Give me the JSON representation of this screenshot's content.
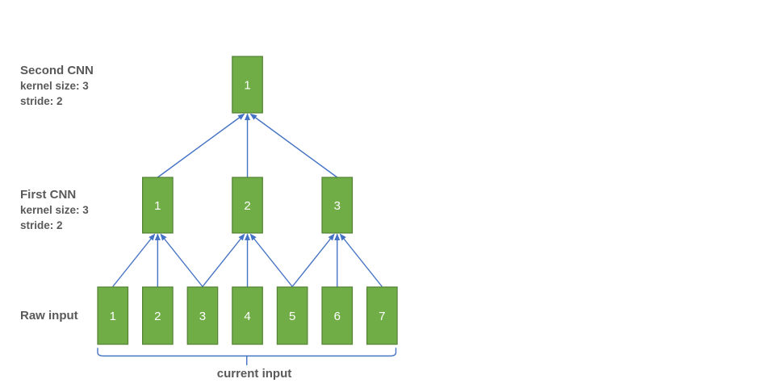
{
  "colors": {
    "box_fill": "#70AD47",
    "box_border": "#538234",
    "arrow_blue": "#4472C4",
    "label_gray": "#595959"
  },
  "layers": {
    "second_cnn": {
      "name": "Second CNN",
      "kernel": "kernel size: 3",
      "stride": "stride: 2",
      "cells": [
        "1"
      ]
    },
    "first_cnn": {
      "name": "First CNN",
      "kernel": "kernel size: 3",
      "stride": "stride: 2",
      "cells": [
        "1",
        "2",
        "3"
      ]
    },
    "raw_input": {
      "name": "Raw input",
      "cells": [
        "1",
        "2",
        "3",
        "4",
        "5",
        "6",
        "7"
      ]
    }
  },
  "bracket": {
    "label": "current input"
  }
}
